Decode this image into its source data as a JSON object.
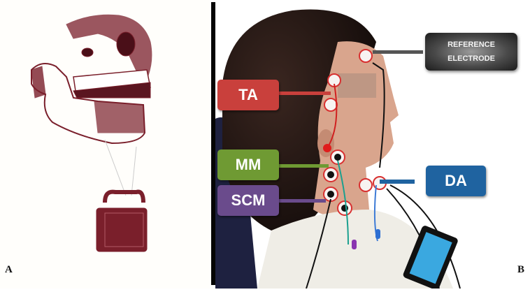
{
  "panels": {
    "a": {
      "label": "A",
      "illustration": "skull-with-jaw-weight-illustration",
      "ink_color": "#7a1f2b"
    },
    "b": {
      "label": "B",
      "photo": "patient-with-emg-electrodes-photo",
      "callouts": [
        {
          "id": "ta",
          "label": "TA",
          "color": "#c9403c"
        },
        {
          "id": "mm",
          "label": "MM",
          "color": "#6f9a33"
        },
        {
          "id": "scm",
          "label": "SCM",
          "color": "#6a4b8c"
        },
        {
          "id": "da",
          "label": "DA",
          "color": "#1f63a0"
        }
      ],
      "reference": {
        "line1": "REFERENCE",
        "line2": "ELECTRODE",
        "color": "#3a3a3a"
      }
    }
  }
}
